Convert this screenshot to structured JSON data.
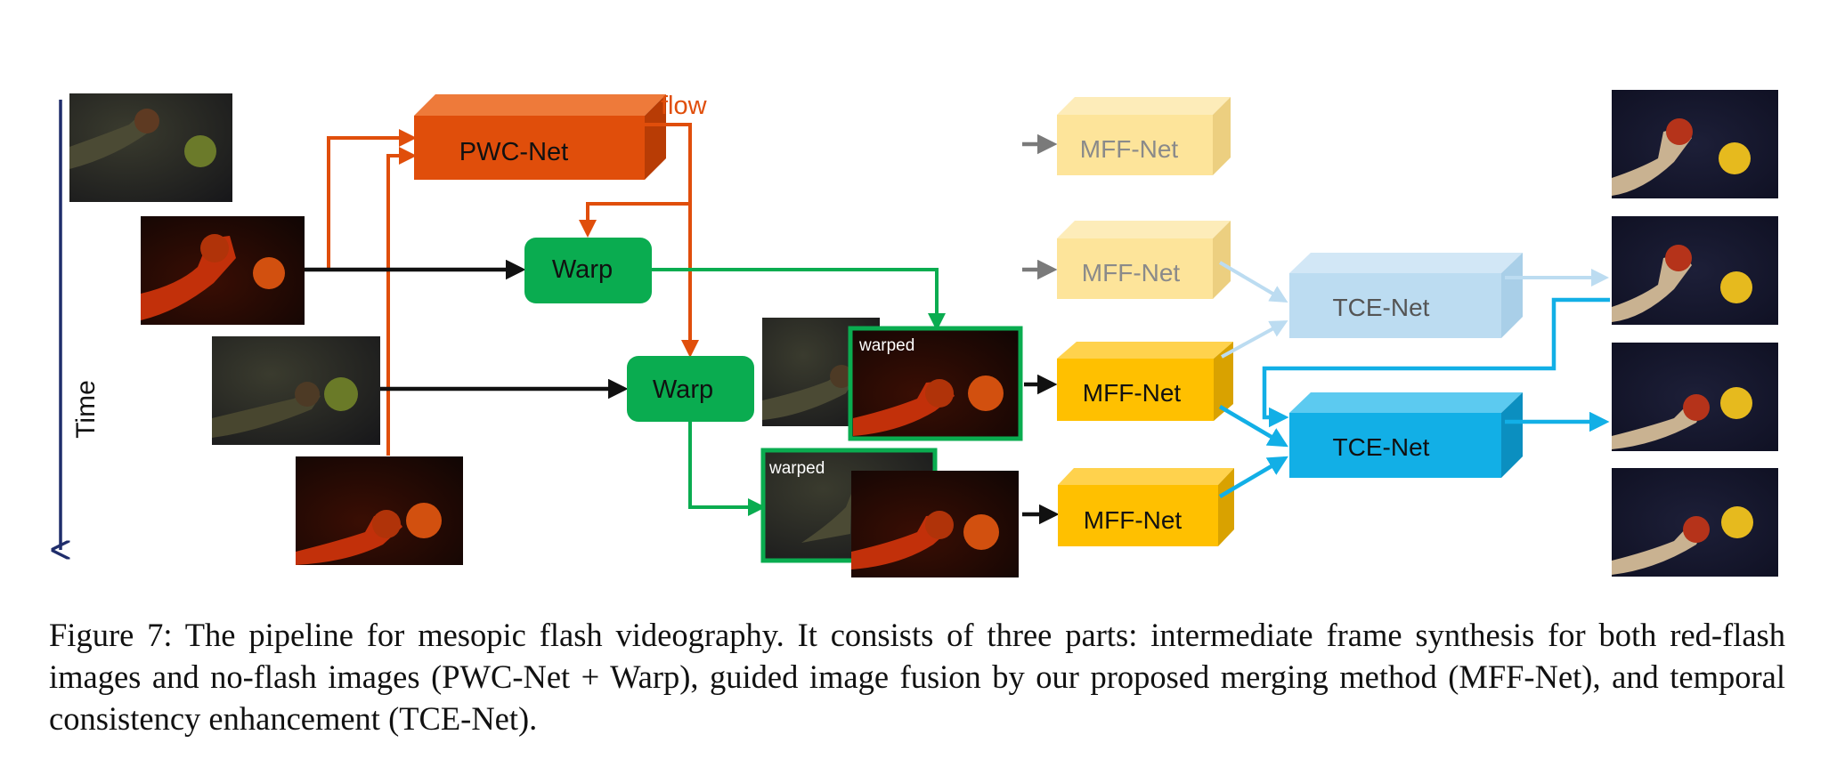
{
  "diagram": {
    "time_label": "Time",
    "flow_label": "flow",
    "pwc_label": "PWC-Net",
    "warp_label": "Warp",
    "warped_label": "warped",
    "mff_label": "MFF-Net",
    "tce_label": "TCE-Net"
  },
  "colors": {
    "pwc": "#e04e0b",
    "warp": "#0aac50",
    "mff": "#ffc000",
    "mff_faded": "#fde49a",
    "tce": "#12afe6",
    "tce_faded": "#bcdcf1",
    "time_axis": "#1f2d6b",
    "connector": "#111111"
  },
  "caption": "Figure 7: The pipeline for mesopic flash videography. It consists of three parts: intermediate frame synthesis for both red-flash images and no-flash images (PWC-Net + Warp), guided image fusion by our proposed merging method (MFF-Net), and temporal consistency enhancement (TCE-Net)."
}
